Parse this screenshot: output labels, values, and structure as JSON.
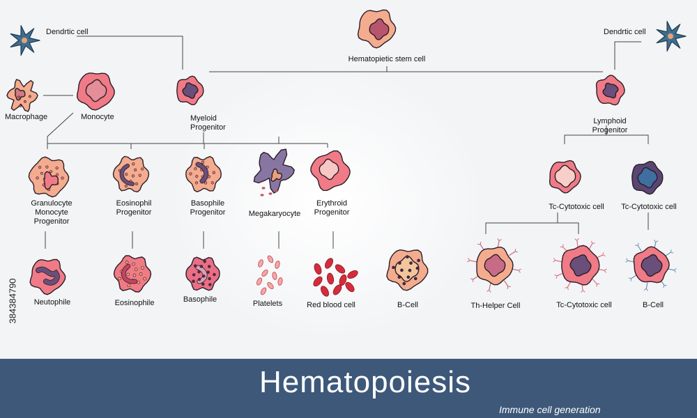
{
  "title": "Hematopoiesis",
  "subtitle": "Immune cell generation",
  "watermark_id": "384384790",
  "colors": {
    "footer": "#3d5879",
    "outline": "#2a1c28",
    "pink": "#f07b86",
    "salmon": "#f4ac8e",
    "nucleus_purple": "#6a4f7a",
    "blood_red": "#d42c3c"
  },
  "labels": {
    "stem_cell": "Hematopietic stem cell",
    "dendritic_left": "Dendrtic cell",
    "dendritic_right": "Dendrtic cell",
    "macrophage": "Macrophage",
    "monocyte": "Monocyte",
    "myeloid": "Myeloid\nProgenitor",
    "lymphoid": "Lymphoid\nProgenitor",
    "granulocyte": "Granulocyte\nMonocyte\nProgenitor",
    "eosinophil_prog": "Eosinophil\nProgenitor",
    "basophile_prog": "Basophile\nProgenitor",
    "megakaryocyte": "Megakaryocyte",
    "erythroid": "Erythroid\nProgenitor",
    "tc_cytotoxic_1": "Tc-Cytotoxic cell",
    "tc_cytotoxic_2": "Tc-Cytotoxic cell",
    "neutrophile": "Neutophile",
    "eosinophile": "Eosinophile",
    "basophile": "Basophile",
    "platelets": "Platelets",
    "red_blood_cell": "Red blood cell",
    "b_cell_1": "B-Cell",
    "th_helper": "Th-Helper Cell",
    "tc_cytotoxic_3": "Tc-Cytotoxic cell",
    "b_cell_2": "B-Cell"
  }
}
